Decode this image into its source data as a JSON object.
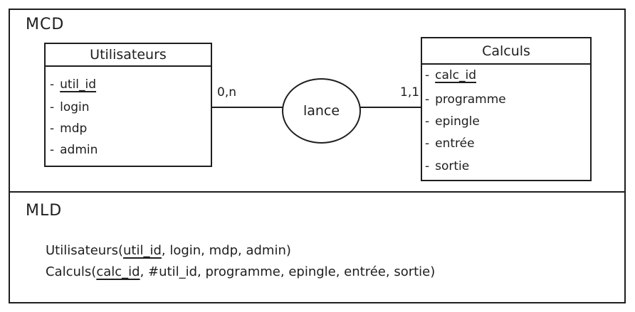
{
  "mcd": {
    "title": "MCD",
    "utilisateurs": {
      "name": "Utilisateurs",
      "attributes": [
        {
          "dash": "-",
          "label": "util_id",
          "key": true
        },
        {
          "dash": "-",
          "label": "login",
          "key": false
        },
        {
          "dash": "-",
          "label": "mdp",
          "key": false
        },
        {
          "dash": "-",
          "label": "admin",
          "key": false
        }
      ]
    },
    "calculs": {
      "name": "Calculs",
      "attributes": [
        {
          "dash": "-",
          "label": "calc_id",
          "key": true
        },
        {
          "dash": "-",
          "label": "programme",
          "key": false
        },
        {
          "dash": "-",
          "label": "epingle",
          "key": false
        },
        {
          "dash": "-",
          "label": "entrée",
          "key": false
        },
        {
          "dash": "-",
          "label": "sortie",
          "key": false
        }
      ]
    },
    "association": {
      "name": "lance",
      "card_left": "0,n",
      "card_right": "1,1"
    }
  },
  "mld": {
    "title": "MLD",
    "line1": {
      "prefix": "Utilisateurs(",
      "key": "util_id",
      "suffix": ", login, mdp, admin)"
    },
    "line2": {
      "prefix": "Calculs(",
      "key": "calc_id",
      "suffix": ", #util_id, programme, epingle, entrée, sortie)"
    }
  }
}
